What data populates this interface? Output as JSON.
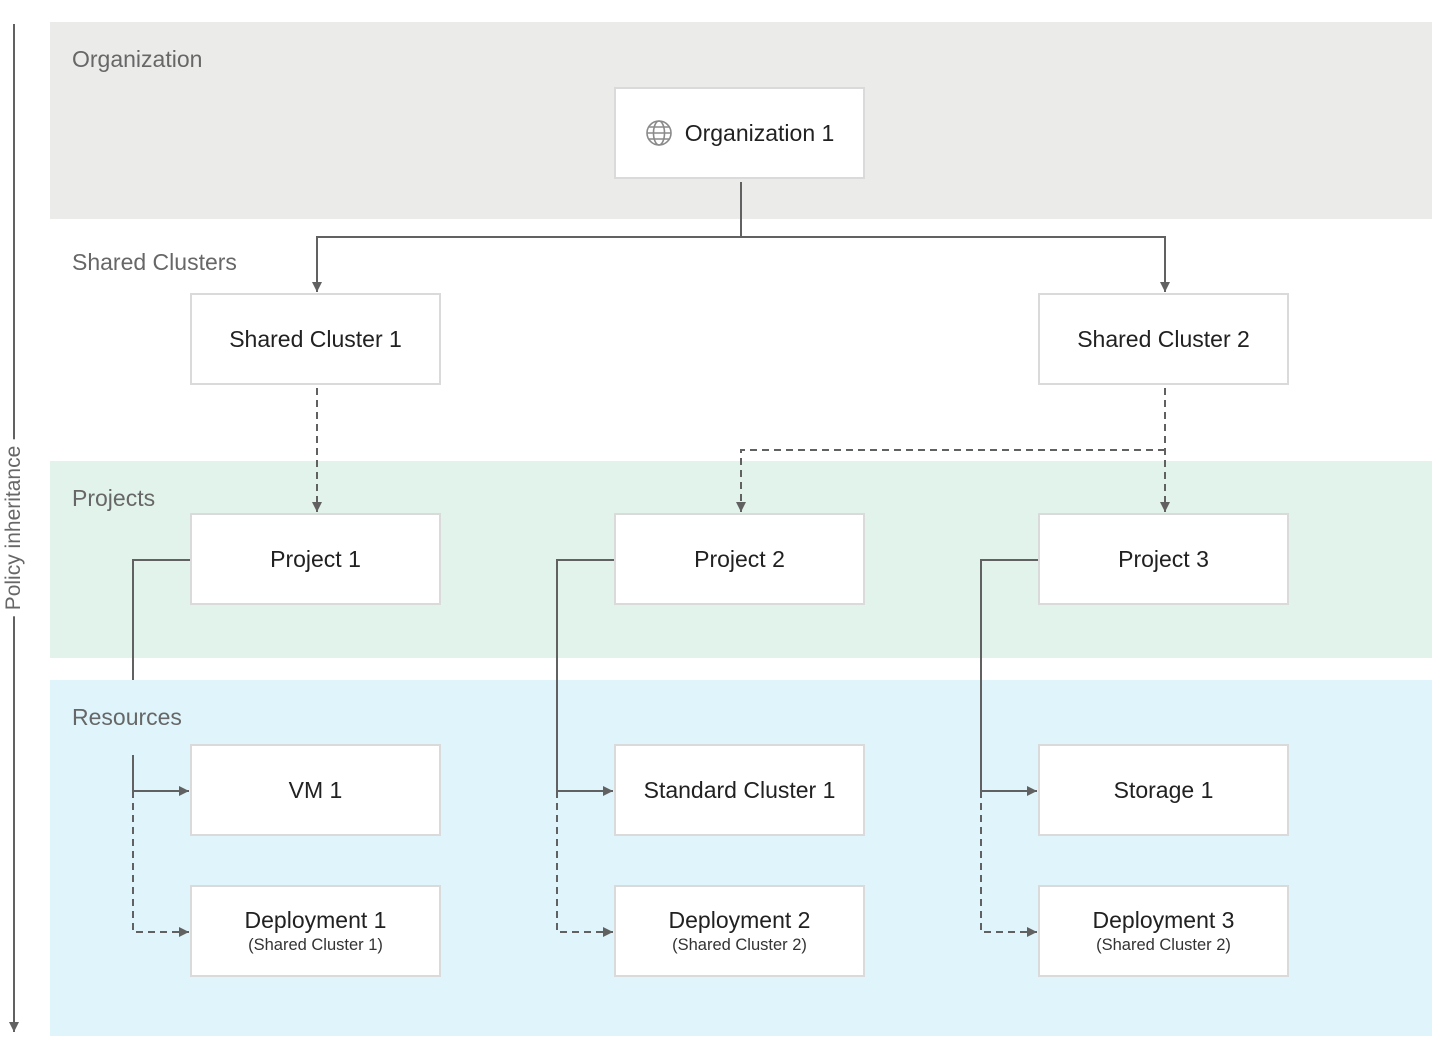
{
  "axis": {
    "label": "Policy inheritance"
  },
  "bands": {
    "organization": "Organization",
    "shared_clusters": "Shared Clusters",
    "projects": "Projects",
    "resources": "Resources"
  },
  "nodes": {
    "organization_1": {
      "title": "Organization 1",
      "icon": "globe-icon"
    },
    "shared_cluster_1": {
      "title": "Shared Cluster 1"
    },
    "shared_cluster_2": {
      "title": "Shared Cluster 2"
    },
    "project_1": {
      "title": "Project 1"
    },
    "project_2": {
      "title": "Project 2"
    },
    "project_3": {
      "title": "Project 3"
    },
    "vm_1": {
      "title": "VM 1"
    },
    "standard_cluster_1": {
      "title": "Standard Cluster 1"
    },
    "storage_1": {
      "title": "Storage 1"
    },
    "deployment_1": {
      "title": "Deployment 1",
      "subtitle": "(Shared Cluster 1)"
    },
    "deployment_2": {
      "title": "Deployment 2",
      "subtitle": "(Shared Cluster 2)"
    },
    "deployment_3": {
      "title": "Deployment 3",
      "subtitle": "(Shared Cluster 2)"
    }
  },
  "edges": [
    {
      "from": "organization_1",
      "to": "shared_cluster_1",
      "style": "solid"
    },
    {
      "from": "organization_1",
      "to": "shared_cluster_2",
      "style": "solid"
    },
    {
      "from": "shared_cluster_1",
      "to": "project_1",
      "style": "dashed"
    },
    {
      "from": "shared_cluster_2",
      "to": "project_2",
      "style": "dashed"
    },
    {
      "from": "shared_cluster_2",
      "to": "project_3",
      "style": "dashed"
    },
    {
      "from": "project_1",
      "to": "vm_1",
      "style": "solid"
    },
    {
      "from": "project_1",
      "to": "deployment_1",
      "style": "dashed"
    },
    {
      "from": "project_2",
      "to": "standard_cluster_1",
      "style": "solid"
    },
    {
      "from": "project_2",
      "to": "deployment_2",
      "style": "dashed"
    },
    {
      "from": "project_3",
      "to": "storage_1",
      "style": "solid"
    },
    {
      "from": "project_3",
      "to": "deployment_3",
      "style": "dashed"
    }
  ],
  "colors": {
    "organization_band": "#ebebea",
    "projects_band": "#e2f3ec",
    "resources_band": "#dff5fb",
    "connector": "#616161",
    "node_border": "#dadada",
    "label_text": "#676767"
  }
}
